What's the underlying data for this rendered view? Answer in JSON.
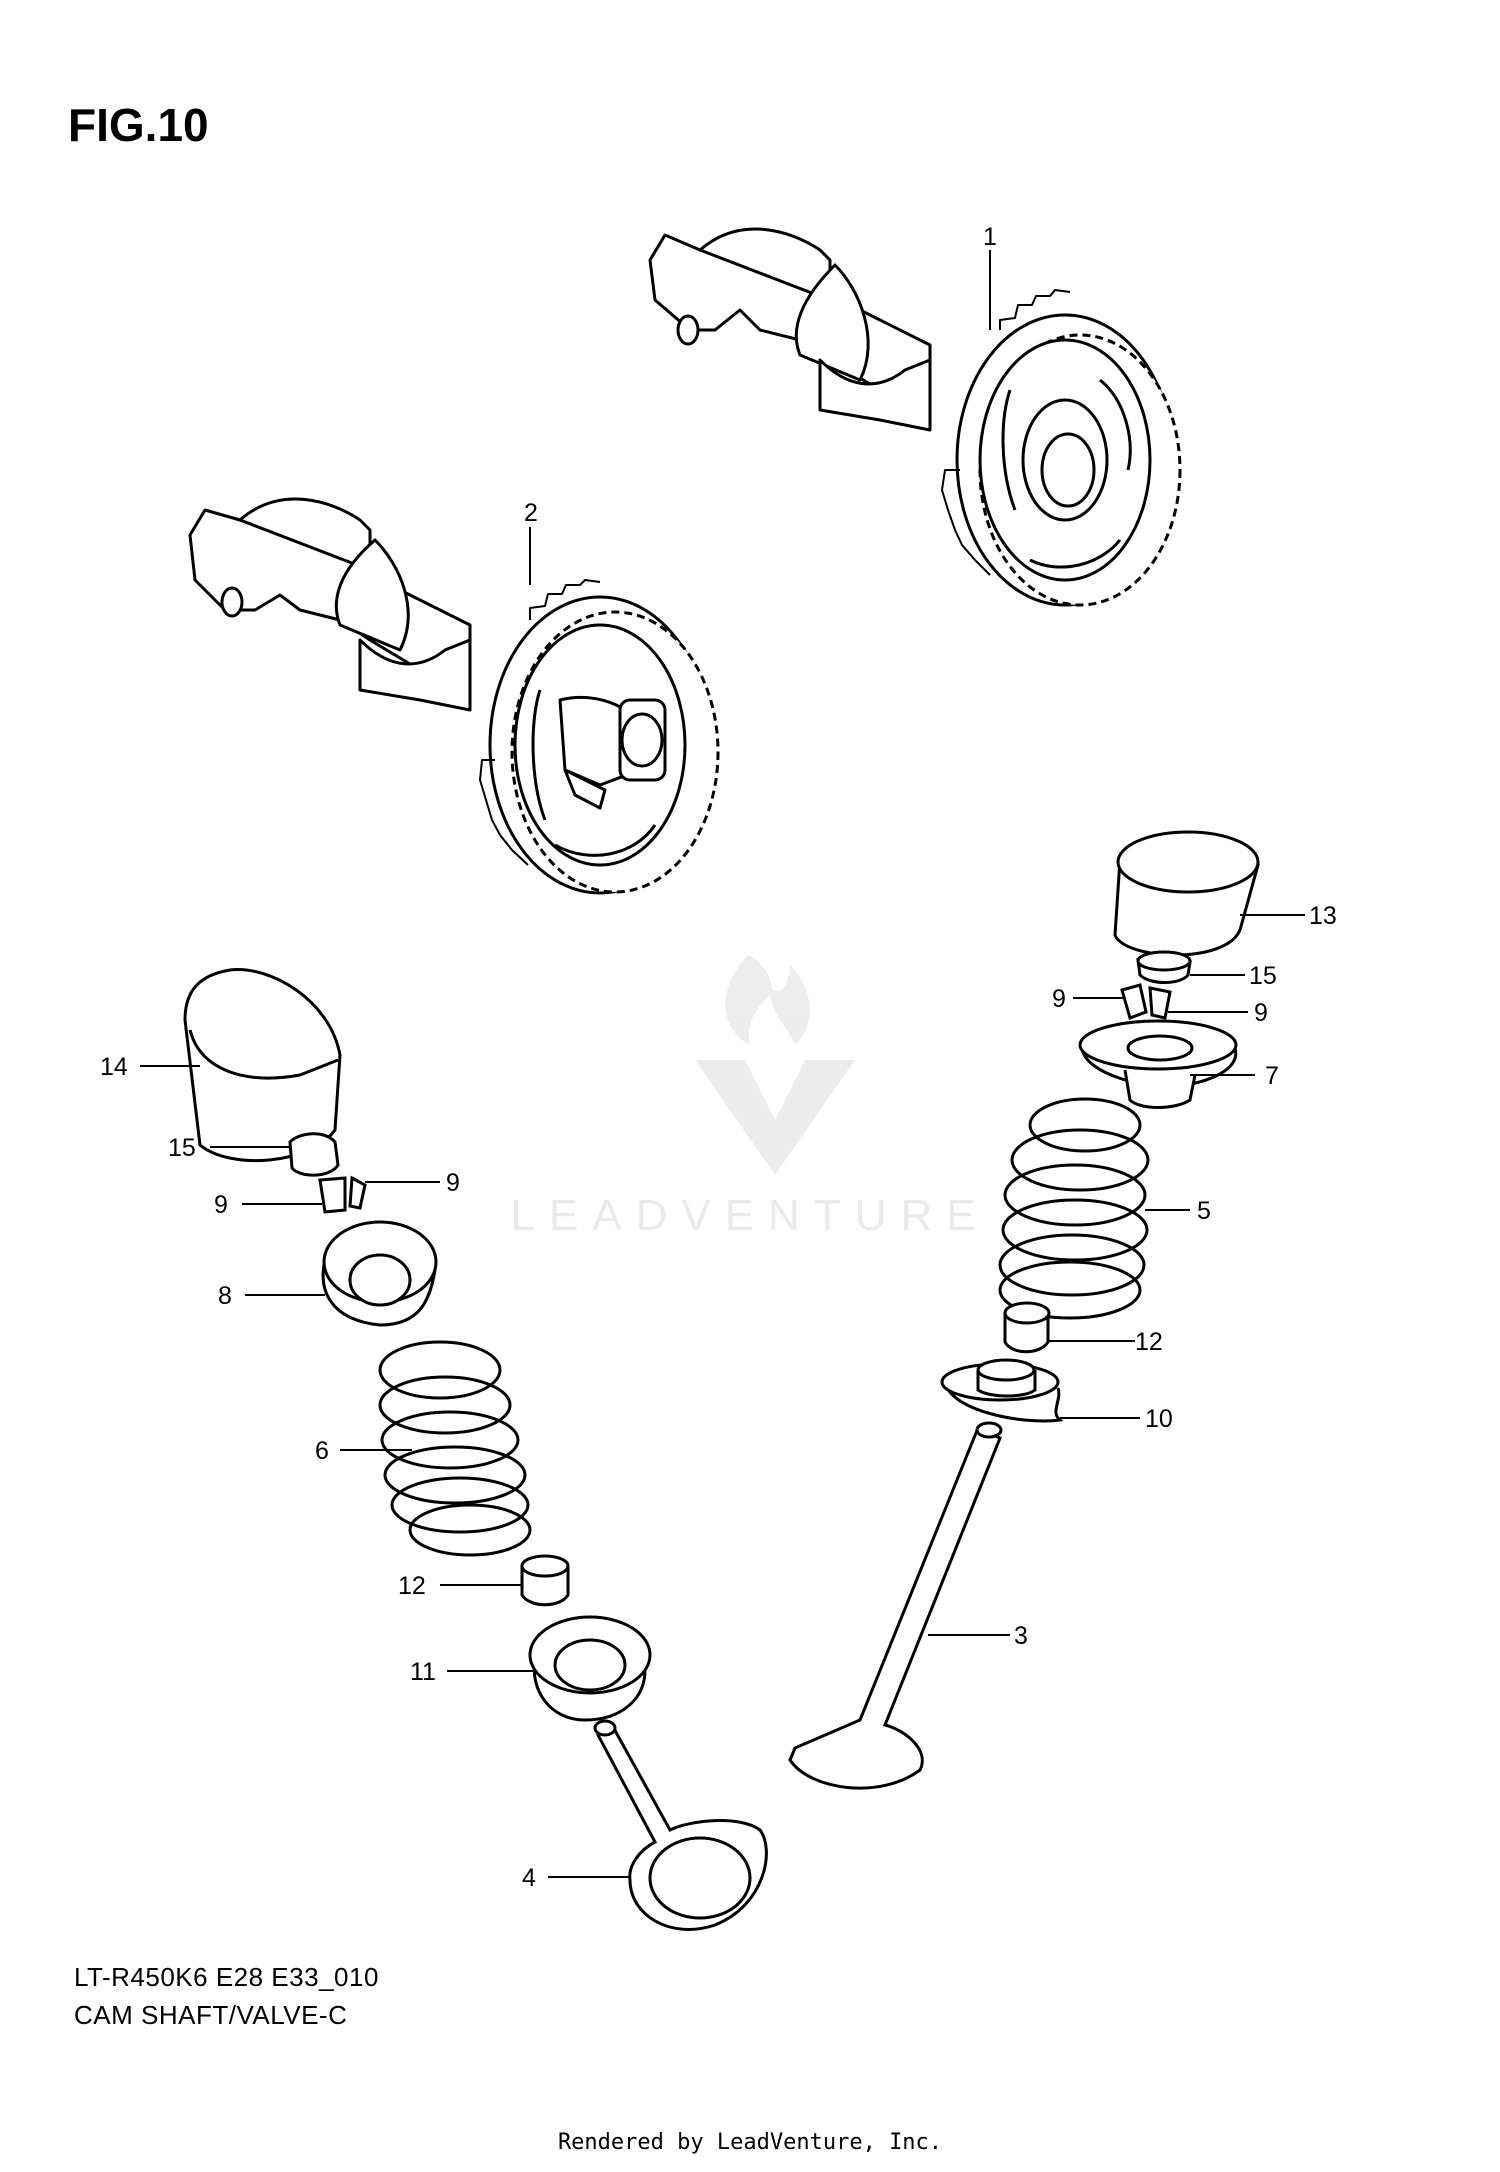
{
  "figure": {
    "title": "FIG.10",
    "code": "LT-R450K6 E28 E33_010",
    "caption": "CAM SHAFT/VALVE-C",
    "footer": "Rendered by LeadVenture, Inc.",
    "watermark": "LEADVENTURE"
  },
  "callouts": [
    {
      "id": "c1",
      "label": "1"
    },
    {
      "id": "c2",
      "label": "2"
    },
    {
      "id": "c13",
      "label": "13"
    },
    {
      "id": "c15r",
      "label": "15"
    },
    {
      "id": "c9rl",
      "label": "9"
    },
    {
      "id": "c9rr",
      "label": "9"
    },
    {
      "id": "c7",
      "label": "7"
    },
    {
      "id": "c5",
      "label": "5"
    },
    {
      "id": "c12r",
      "label": "12"
    },
    {
      "id": "c10",
      "label": "10"
    },
    {
      "id": "c3",
      "label": "3"
    },
    {
      "id": "c14",
      "label": "14"
    },
    {
      "id": "c15l",
      "label": "15"
    },
    {
      "id": "c9ll",
      "label": "9"
    },
    {
      "id": "c9lr",
      "label": "9"
    },
    {
      "id": "c8",
      "label": "8"
    },
    {
      "id": "c6",
      "label": "6"
    },
    {
      "id": "c12l",
      "label": "12"
    },
    {
      "id": "c11",
      "label": "11"
    },
    {
      "id": "c4",
      "label": "4"
    }
  ]
}
